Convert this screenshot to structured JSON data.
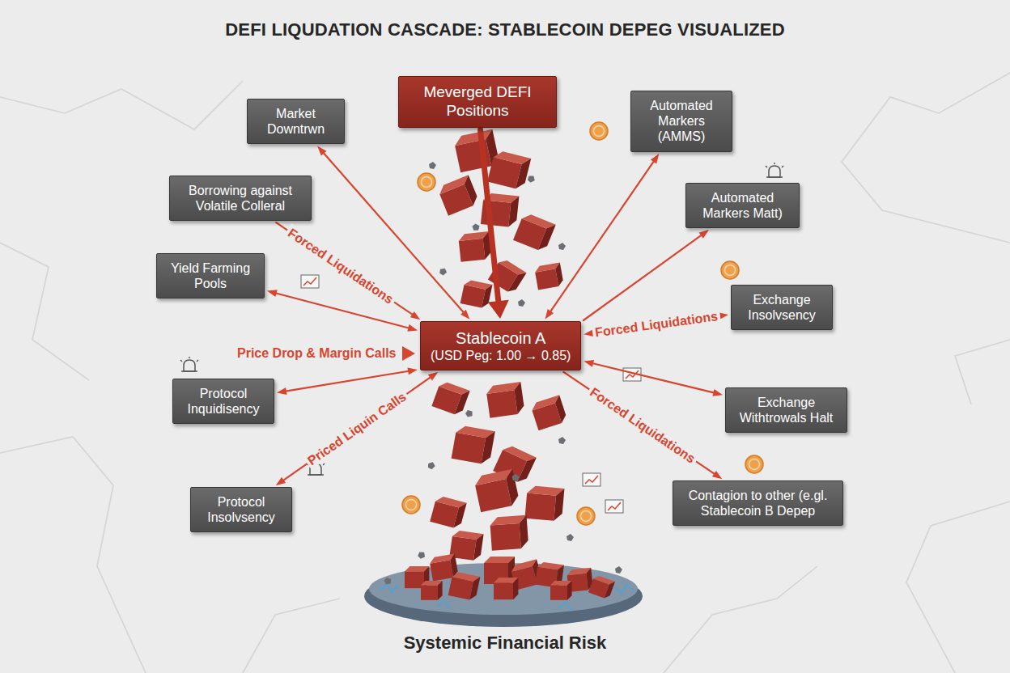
{
  "diagram": {
    "title": "DEFI LIQUDATION CASCADE: STABLECOIN DEPEG VISUALIZED",
    "caption": "Systemic Financial Risk",
    "nodes": [
      {
        "text": [
          "Meverged DEFI Positions"
        ]
      },
      {
        "text": [
          "Market Downtrwn"
        ]
      },
      {
        "text": [
          "Automated Markers (AMMS)"
        ]
      },
      {
        "text": [
          "Borrowing against Volatile Colleral"
        ]
      },
      {
        "text": [
          "Automated Markers Matt)"
        ]
      },
      {
        "text": [
          "Yield Farming Pools"
        ]
      },
      {
        "text": [
          "Exchange Insolvsency"
        ]
      },
      {
        "text": [
          "Stablecoin A",
          "(USD Peg: 1.00 → 0.85)"
        ]
      },
      {
        "text": [
          "Protocol Inquidisency"
        ]
      },
      {
        "text": [
          "Exchange Withtrowals Halt"
        ]
      },
      {
        "text": [
          "Protocol Insolvsency"
        ]
      },
      {
        "text": [
          "Contagion to other (e.gl. Stablecoin B Depep"
        ]
      }
    ],
    "edges": [
      {
        "from": 0,
        "to": 7,
        "arrow": "to"
      },
      {
        "from": 1,
        "to": 7,
        "arrow": "both"
      },
      {
        "from": 3,
        "to": 7,
        "label": "Forced Liquidations",
        "arrow": "to"
      },
      {
        "from": 5,
        "to": 7,
        "arrow": "both"
      },
      {
        "from": 8,
        "to": 7,
        "arrow": "both"
      },
      {
        "from": 7,
        "to": 10,
        "label": "Priced Liquin Calls",
        "arrow": "both"
      },
      {
        "from": 7,
        "to": 2,
        "arrow": "both"
      },
      {
        "from": 7,
        "to": 4,
        "arrow": "to"
      },
      {
        "from": 6,
        "to": 7,
        "label": "Forced Liquidations",
        "arrow": "both"
      },
      {
        "from": 7,
        "to": 9,
        "arrow": "both"
      },
      {
        "from": 7,
        "to": 11,
        "label": "Forced Liquidations",
        "arrow": "to"
      }
    ],
    "labels": [
      "Price Drop & Margin Calls"
    ]
  }
}
